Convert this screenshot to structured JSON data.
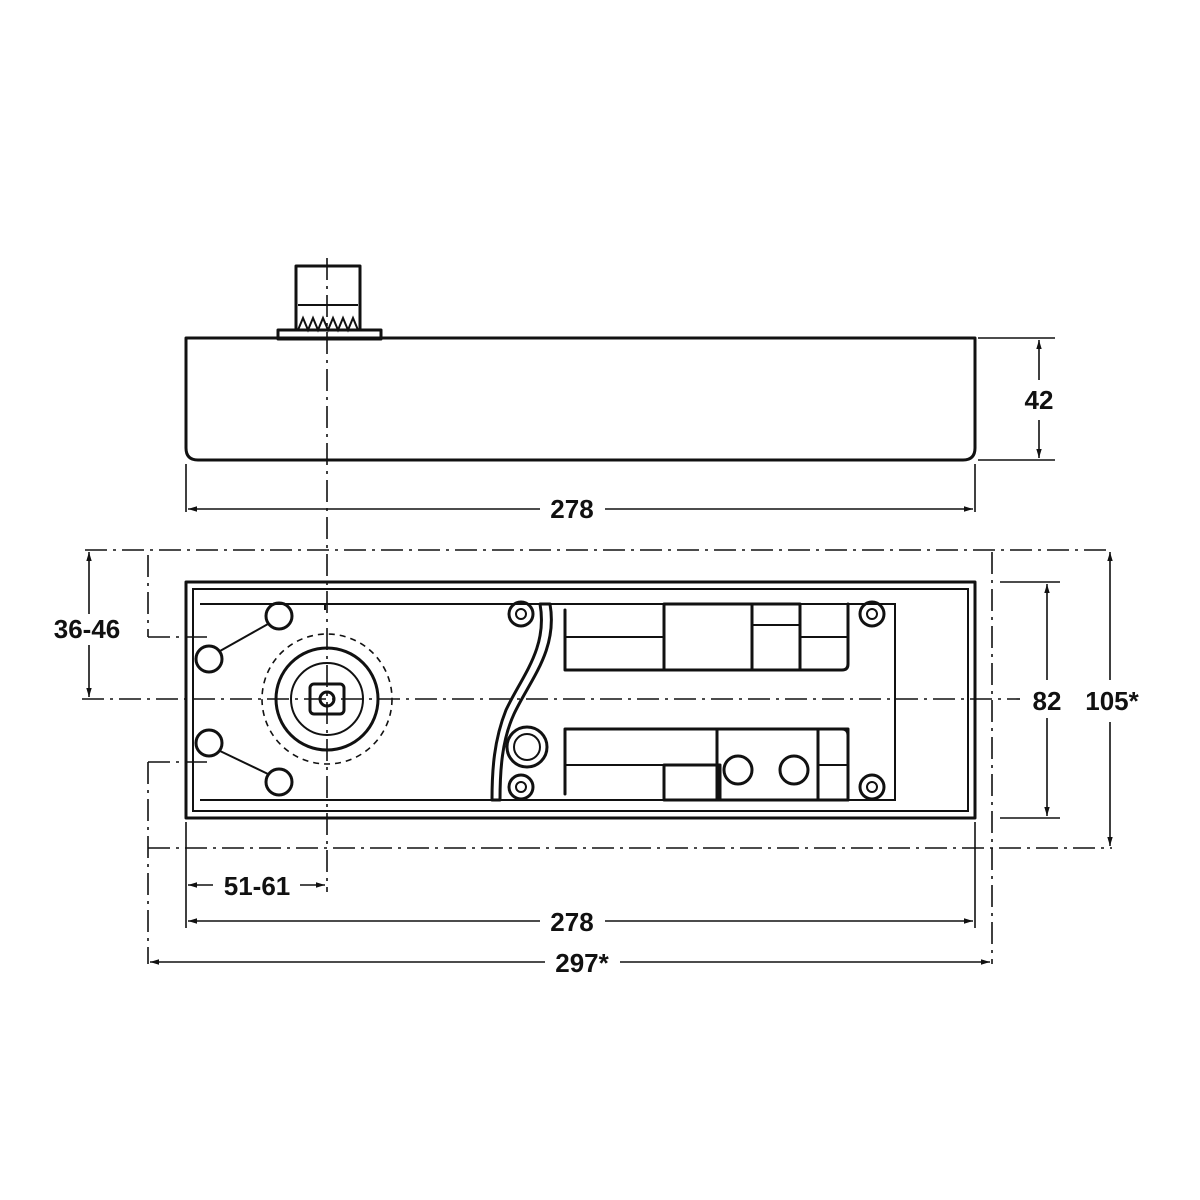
{
  "dimensions": {
    "side_height": "42",
    "side_length": "278",
    "spindle_y_offset": "36-46",
    "body_width": "82",
    "recess_width": "105*",
    "spindle_x_offset": "51-61",
    "body_length": "278",
    "recess_length": "297*"
  }
}
